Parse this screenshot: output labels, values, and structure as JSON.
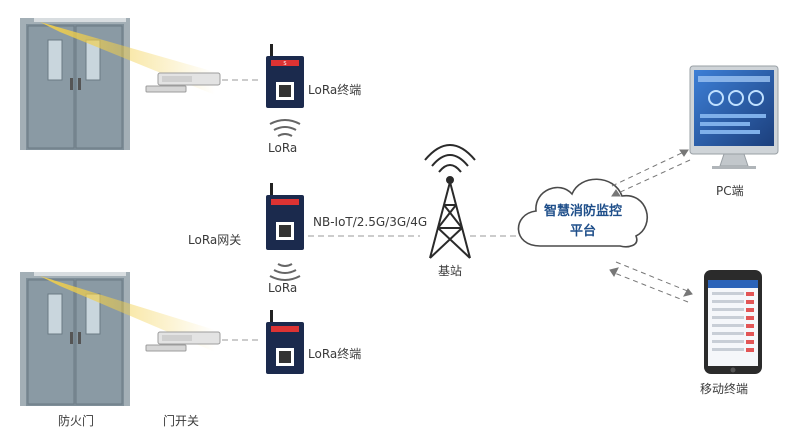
{
  "labels": {
    "lora_terminal_top": "LoRa终端",
    "lora_wave_top": "LoRa",
    "lora_gateway": "LoRa网关",
    "network_link": "NB-IoT/2.5G/3G/4G",
    "lora_wave_bottom": "LoRa",
    "lora_terminal_bottom": "LoRa终端",
    "base_station": "基站",
    "platform_line1": "智慧消防监控",
    "platform_line2": "平台",
    "pc": "PC端",
    "mobile": "移动终端",
    "fire_door": "防火门",
    "door_switch": "门开关"
  },
  "colors": {
    "door_frame": "#8c9aa3",
    "door_panel": "#7f8f99",
    "light_beam": "#f2cf4a",
    "device_body": "#1b2a4d",
    "cloud_text": "#1f4f8a",
    "wave": "#666666",
    "screen": "#2b63b8"
  },
  "icons": {
    "door": "fire-door-icon",
    "sensor": "door-sensor-icon",
    "gateway": "lora-gateway-icon",
    "tower": "cell-tower-icon",
    "cloud": "cloud-icon",
    "pc": "monitor-icon",
    "mobile": "smartphone-icon"
  }
}
